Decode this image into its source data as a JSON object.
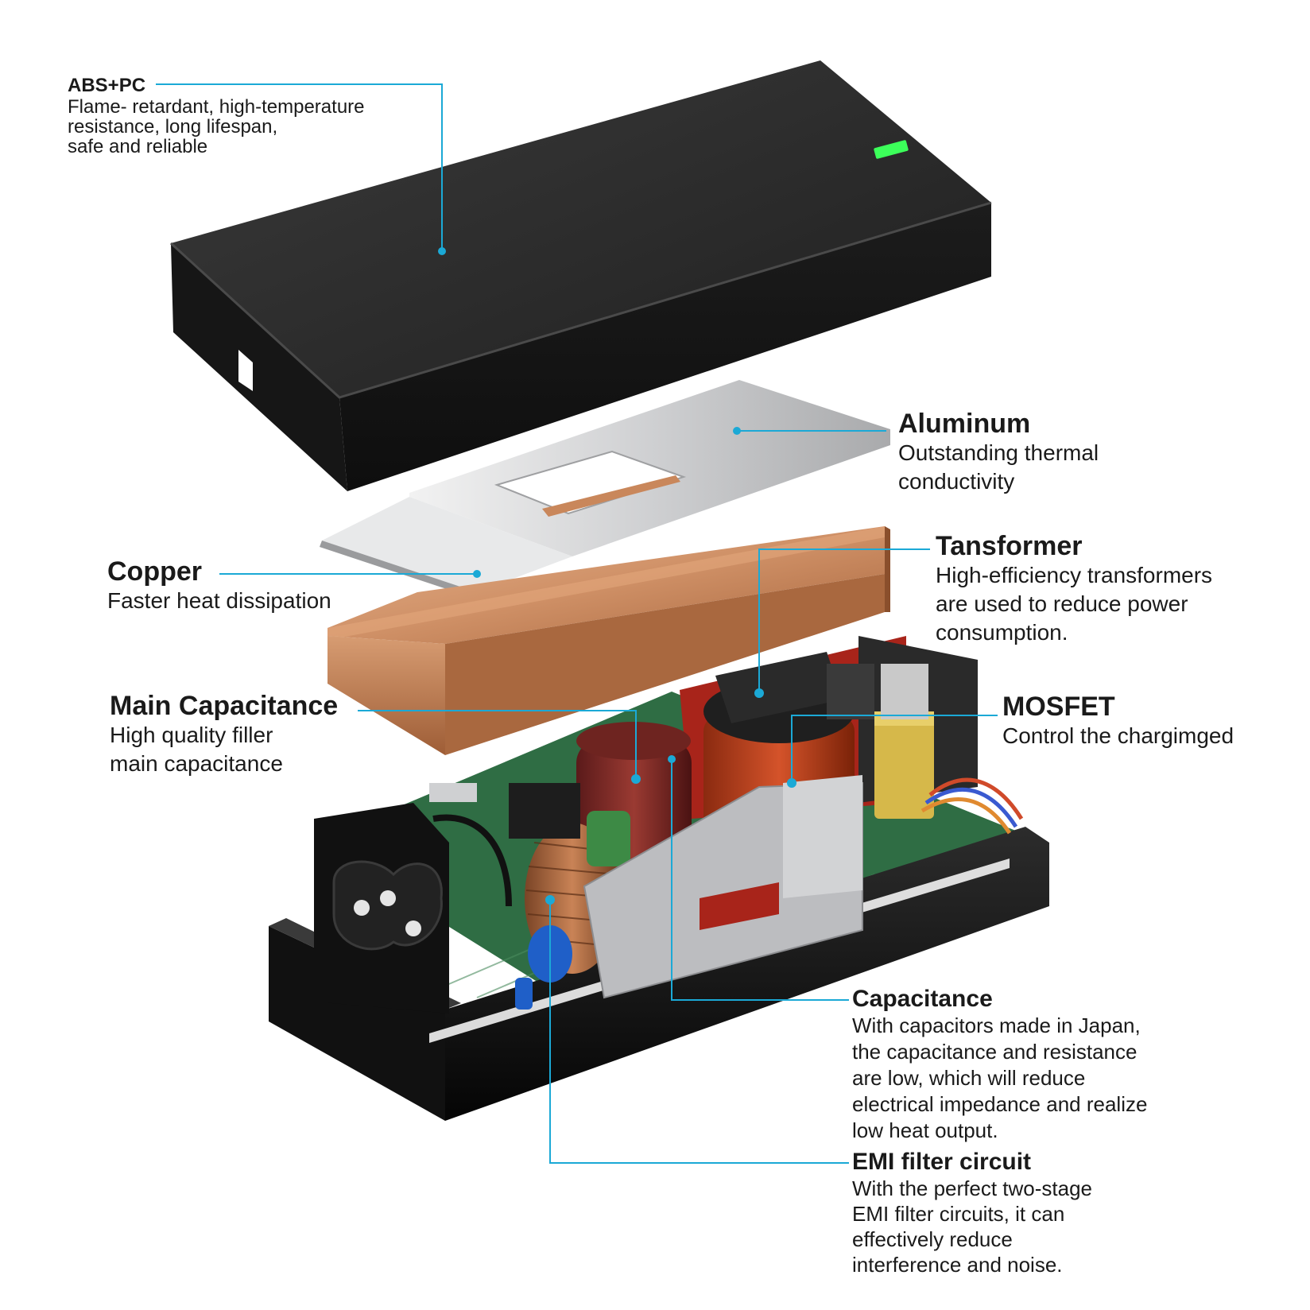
{
  "callouts": {
    "abs_pc": {
      "title": "ABS+PC",
      "desc": "Flame- retardant, high-temperature\nresistance, long lifespan,\nsafe and reliable"
    },
    "aluminum": {
      "title": "Aluminum",
      "desc": "Outstanding thermal\nconductivity"
    },
    "copper": {
      "title": "Copper",
      "desc": "Faster heat dissipation"
    },
    "transformer": {
      "title": "Tansformer",
      "desc": "High-efficiency transformers\nare used to reduce power\nconsumption."
    },
    "mosfet": {
      "title": "MOSFET",
      "desc": "Control the chargimged"
    },
    "main_capacitance": {
      "title": "Main Capacitance",
      "desc": "High quality filler\nmain capacitance"
    },
    "capacitance": {
      "title": "Capacitance",
      "desc": "With capacitors made in Japan,\nthe capacitance and resistance\nare low, which will reduce\nelectrical impedance and realize\nlow heat output."
    },
    "emi_filter": {
      "title": "EMI filter circuit",
      "desc": "With the perfect two-stage\nEMI filter circuits, it can\neffectively reduce\ninterference and noise."
    }
  },
  "colors": {
    "leader_line": "#1ba9d6",
    "case_top": "#2b2b2b",
    "aluminum": "#c9cacc",
    "copper": "#c98a5e",
    "pcb": "#2f6d44",
    "led": "#3cff5a",
    "emi_cap": "#1f5fc8"
  }
}
